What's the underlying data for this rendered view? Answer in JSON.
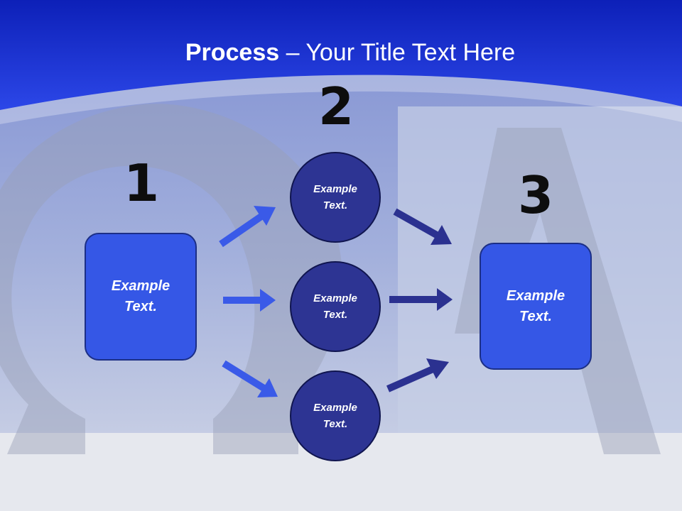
{
  "slide": {
    "title_bold": "Process",
    "title_rest": " – Your Title Text Here"
  },
  "steps": {
    "one": "1",
    "two": "2",
    "three": "3"
  },
  "left_box": {
    "text": "Example Text."
  },
  "circles": [
    {
      "text": "Example Text."
    },
    {
      "text": "Example Text."
    },
    {
      "text": "Example Text."
    }
  ],
  "right_box": {
    "text": "Example Text."
  },
  "colors": {
    "banner": "#1f36d6",
    "box_fill": "#3557e6",
    "circle_fill": "#2d3493",
    "arrow_light": "#3a5ae8",
    "arrow_dark": "#2b3190"
  }
}
